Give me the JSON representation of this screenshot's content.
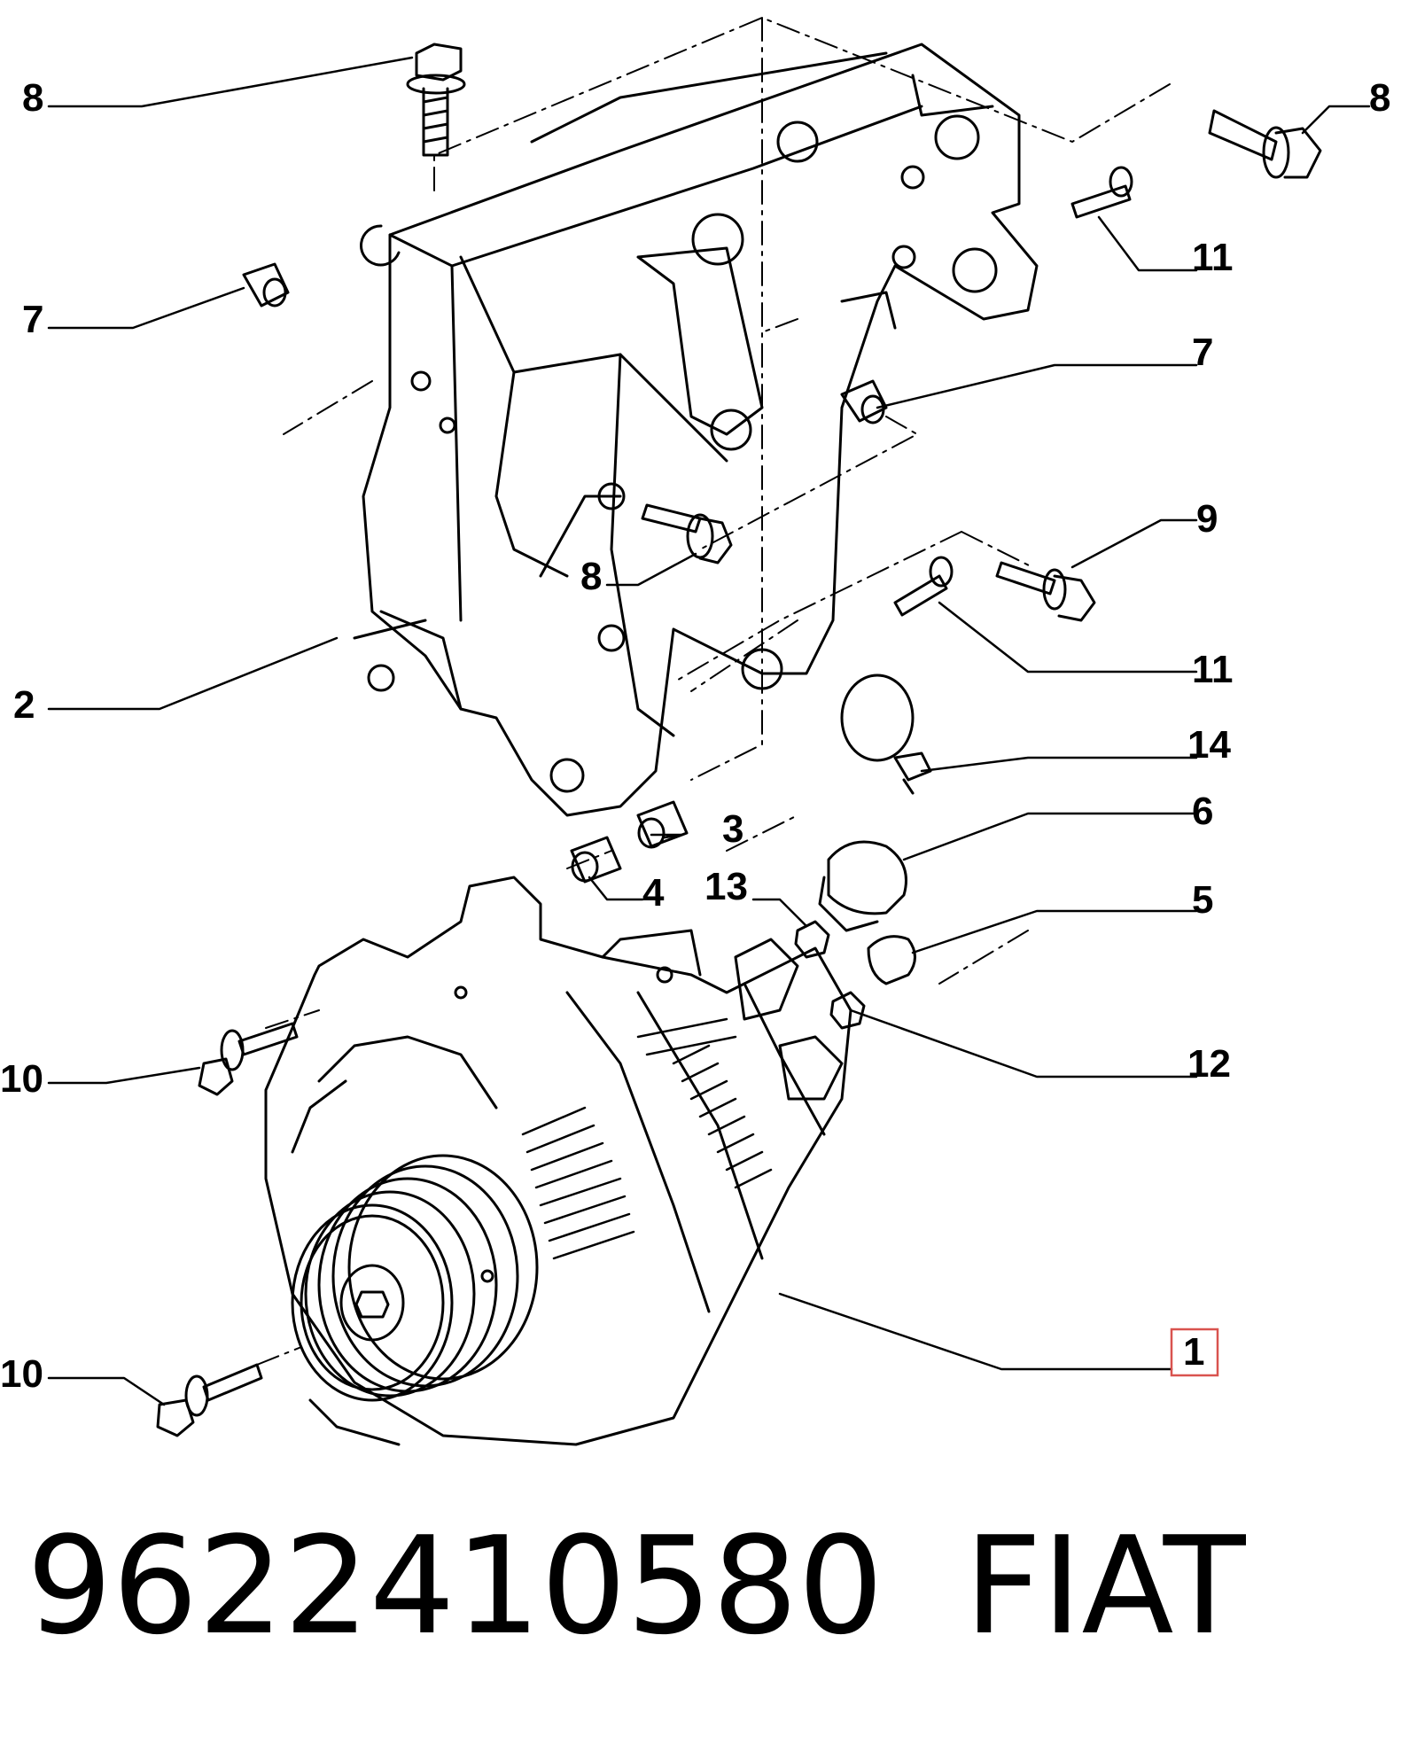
{
  "callouts": {
    "c8_top_left": "8",
    "c8_top_right": "8",
    "c11_upper": "11",
    "c7_left": "7",
    "c7_right": "7",
    "c9": "9",
    "c8_middle": "8",
    "c2": "2",
    "c11_lower": "11",
    "c14": "14",
    "c6": "6",
    "c3": "3",
    "c4": "4",
    "c13": "13",
    "c5": "5",
    "c10_upper": "10",
    "c12": "12",
    "c1": "1",
    "c10_lower": "10"
  },
  "caption": {
    "part_number": "9622410580",
    "brand": "FIAT"
  },
  "colors": {
    "line": "#000000",
    "highlight_box": "#d9534f",
    "background": "#ffffff"
  }
}
